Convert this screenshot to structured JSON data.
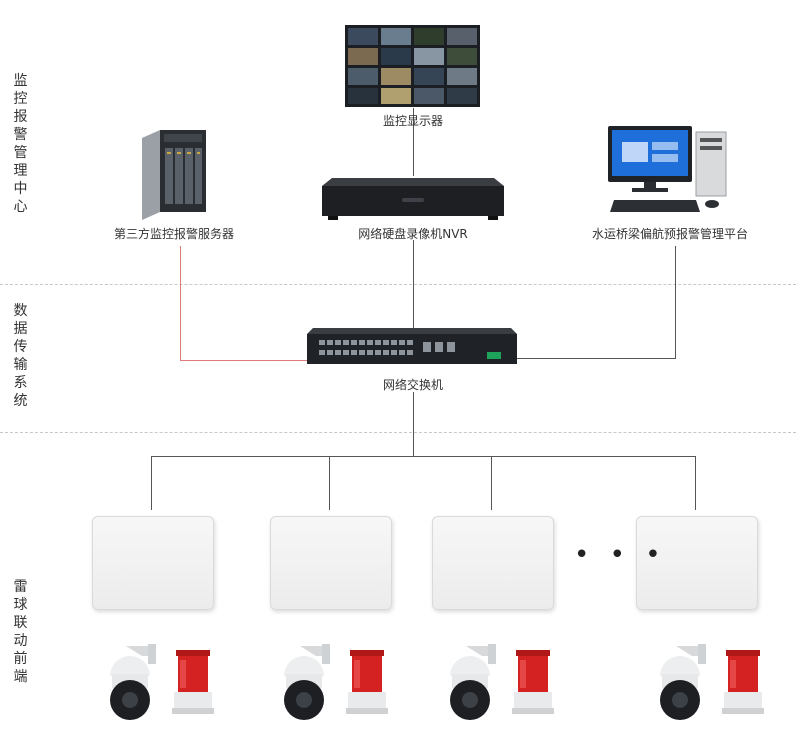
{
  "sections": {
    "top": "监控报警管理中心",
    "middle": "数据传输系统",
    "bottom": "雷球联动前端"
  },
  "devices": {
    "monitor": "监控显示器",
    "server": "第三方监控报警服务器",
    "nvr": "网络硬盘录像机NVR",
    "platform": "水运桥梁偏航预报警管理平台",
    "switch": "网络交换机"
  },
  "frontend": {
    "ellipsis": "• • •",
    "groups": 4
  }
}
